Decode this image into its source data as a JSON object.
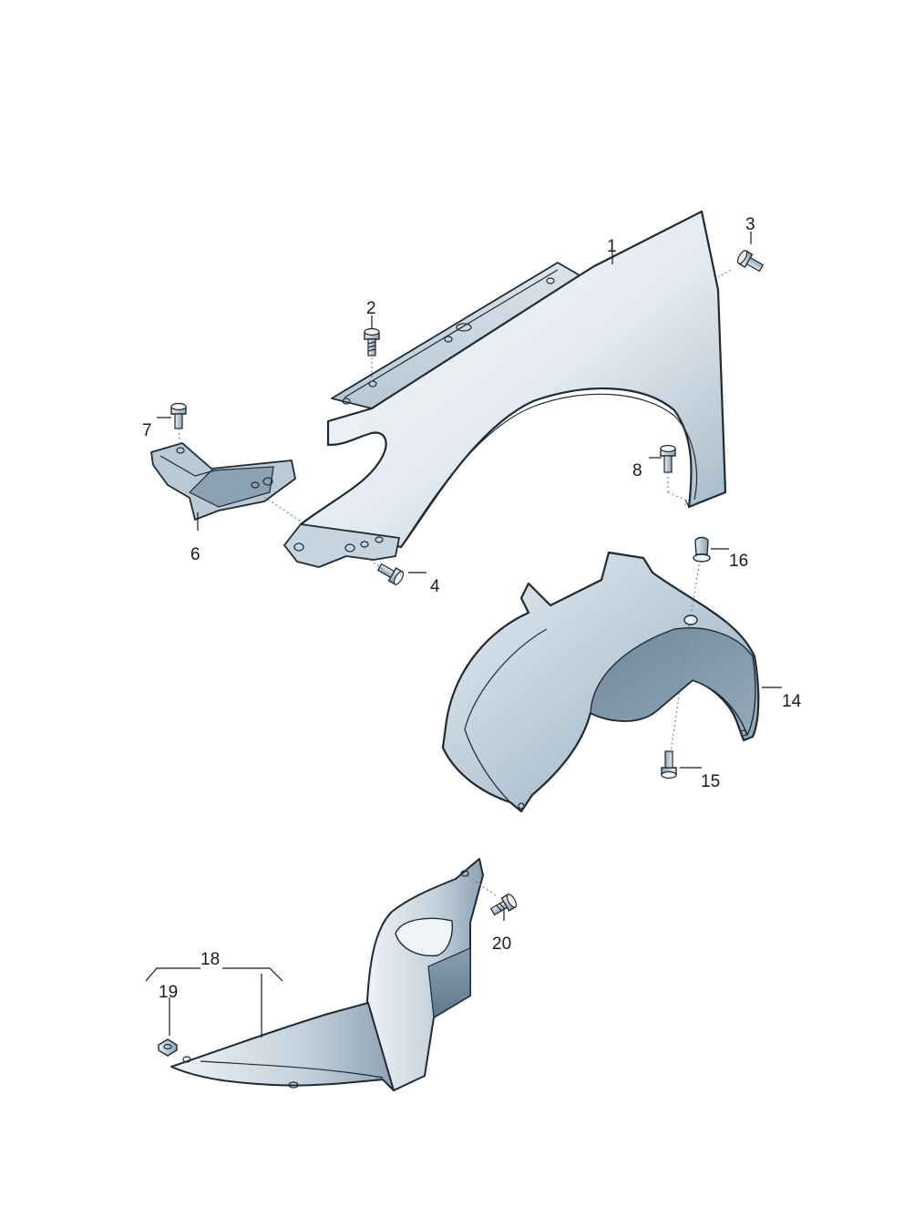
{
  "diagram": {
    "callouts": {
      "c1": "1",
      "c2": "2",
      "c3": "3",
      "c4": "4",
      "c6": "6",
      "c7": "7",
      "c8": "8",
      "c14": "14",
      "c15": "15",
      "c16": "16",
      "c18": "18",
      "c19": "19",
      "c20": "20"
    },
    "parts": [
      "fender",
      "bolt-2",
      "bolt-3",
      "bolt-4",
      "bracket",
      "bolt-7",
      "bolt-8",
      "wheel-housing-liner",
      "bolt-15",
      "clip-16",
      "splash-shield",
      "nut-19",
      "bolt-20"
    ],
    "colors": {
      "panel_light": "#f4f7fa",
      "panel_mid": "#c9d6e1",
      "panel_dark": "#7b93a6",
      "outline": "#1f2a33",
      "label": "#1a1a1a"
    }
  }
}
